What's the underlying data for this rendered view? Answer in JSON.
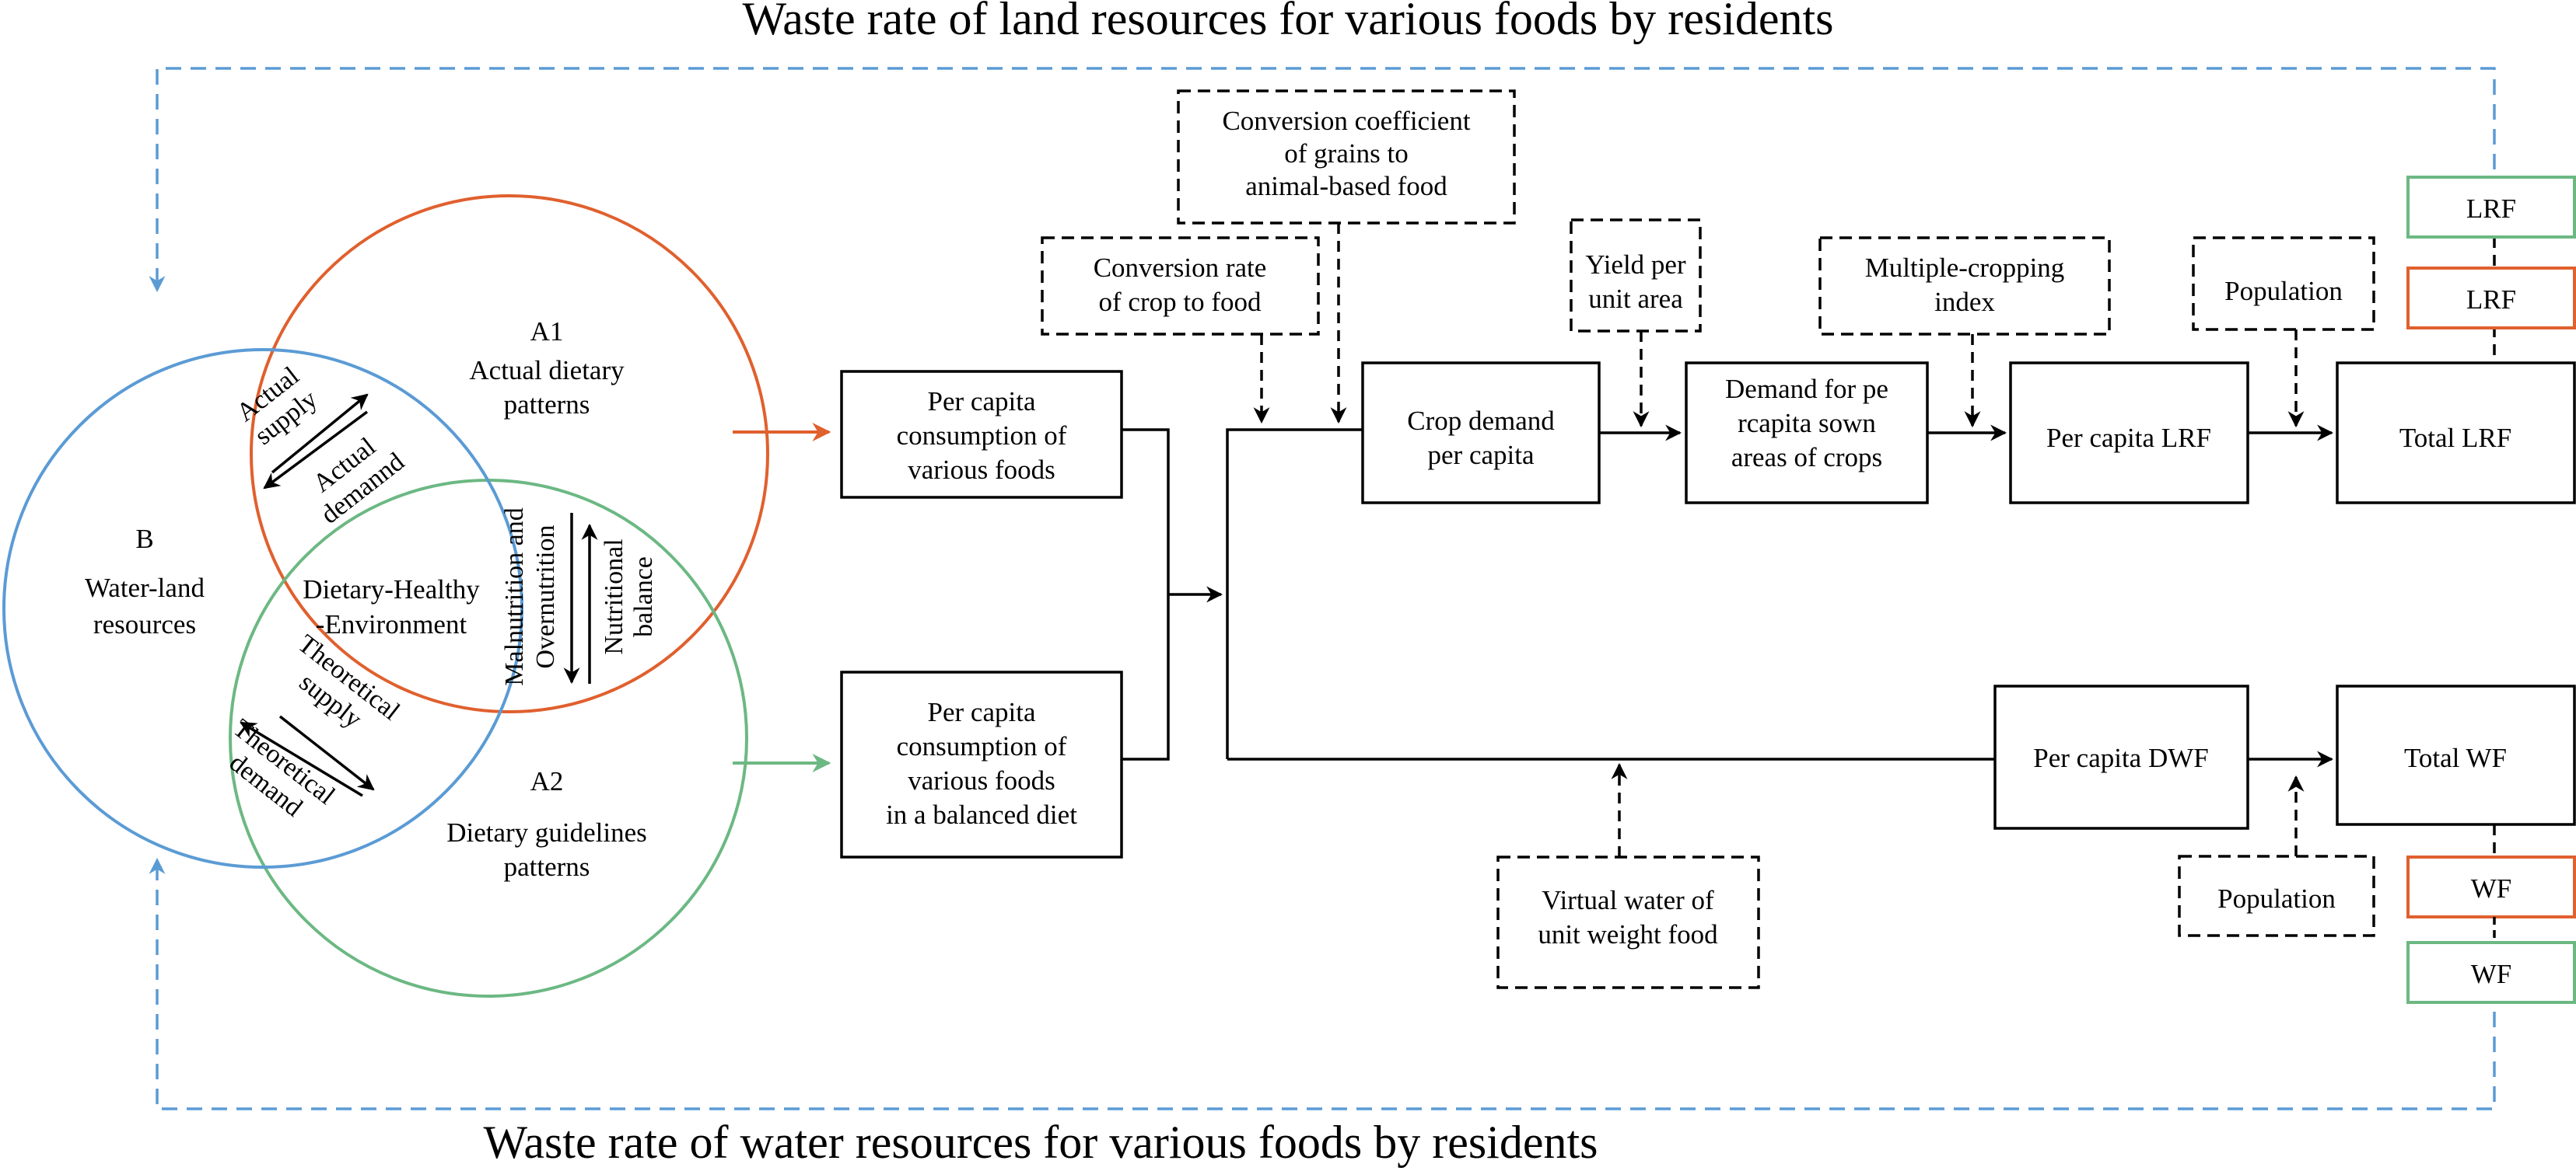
{
  "titles": {
    "top": "Waste rate of land resources for various foods by residents",
    "bottom": "Waste rate of water resources for various foods by residents"
  },
  "colors": {
    "orange": "#e0602e",
    "green": "#6cb883",
    "blue": "#5b9bd5",
    "black": "#000000"
  },
  "venn": {
    "a1": {
      "code": "A1",
      "lines": [
        "Actual dietary",
        "patterns"
      ]
    },
    "a2": {
      "code": "A2",
      "lines": [
        "Dietary guidelines",
        "patterns"
      ]
    },
    "b": {
      "code": "B",
      "lines": [
        "Water-land",
        "resources"
      ]
    },
    "center": [
      "Dietary-Healthy",
      "-Environment"
    ],
    "actual_supply": [
      "Actual",
      "supply"
    ],
    "actual_demand": [
      "Actual",
      "demannd"
    ],
    "theoretical_supply": [
      "Theoretical",
      "supply"
    ],
    "theoretical_demand": [
      "Theoretical",
      "demand"
    ],
    "malnutrition": [
      "Malnutrition and",
      "Overnutrition"
    ],
    "nutritional_balance": [
      "Nutritional",
      "balance"
    ]
  },
  "boxes": {
    "per_capita_consumption": [
      "Per capita",
      "consumption of",
      "various foods"
    ],
    "balanced_diet": [
      "Per capita",
      "consumption of",
      "various foods",
      "in a balanced diet"
    ],
    "crop_demand": [
      "Crop demand",
      "per capita"
    ],
    "sown_areas": [
      "Demand for pe",
      "rcapita sown",
      "areas of crops"
    ],
    "per_capita_lrf": [
      "Per capita LRF"
    ],
    "total_lrf": [
      "Total LRF"
    ],
    "per_capita_dwf": [
      "Per capita DWF"
    ],
    "total_wf": [
      "Total WF"
    ]
  },
  "factors": {
    "conversion_coefficient": [
      "Conversion coefficient",
      "of grains to",
      "animal-based food"
    ],
    "conversion_rate": [
      "Conversion rate",
      "of crop to food"
    ],
    "yield": [
      "Yield per",
      "unit area"
    ],
    "multiple_cropping": [
      "Multiple-cropping",
      "index"
    ],
    "population_top": [
      "Population"
    ],
    "population_bottom": [
      "Population"
    ],
    "virtual_water": [
      "Virtual water of",
      "unit weight food"
    ]
  },
  "legend": {
    "lrf_green": "LRF",
    "lrf_orange": "LRF",
    "wf_orange": "WF",
    "wf_green": "WF"
  }
}
